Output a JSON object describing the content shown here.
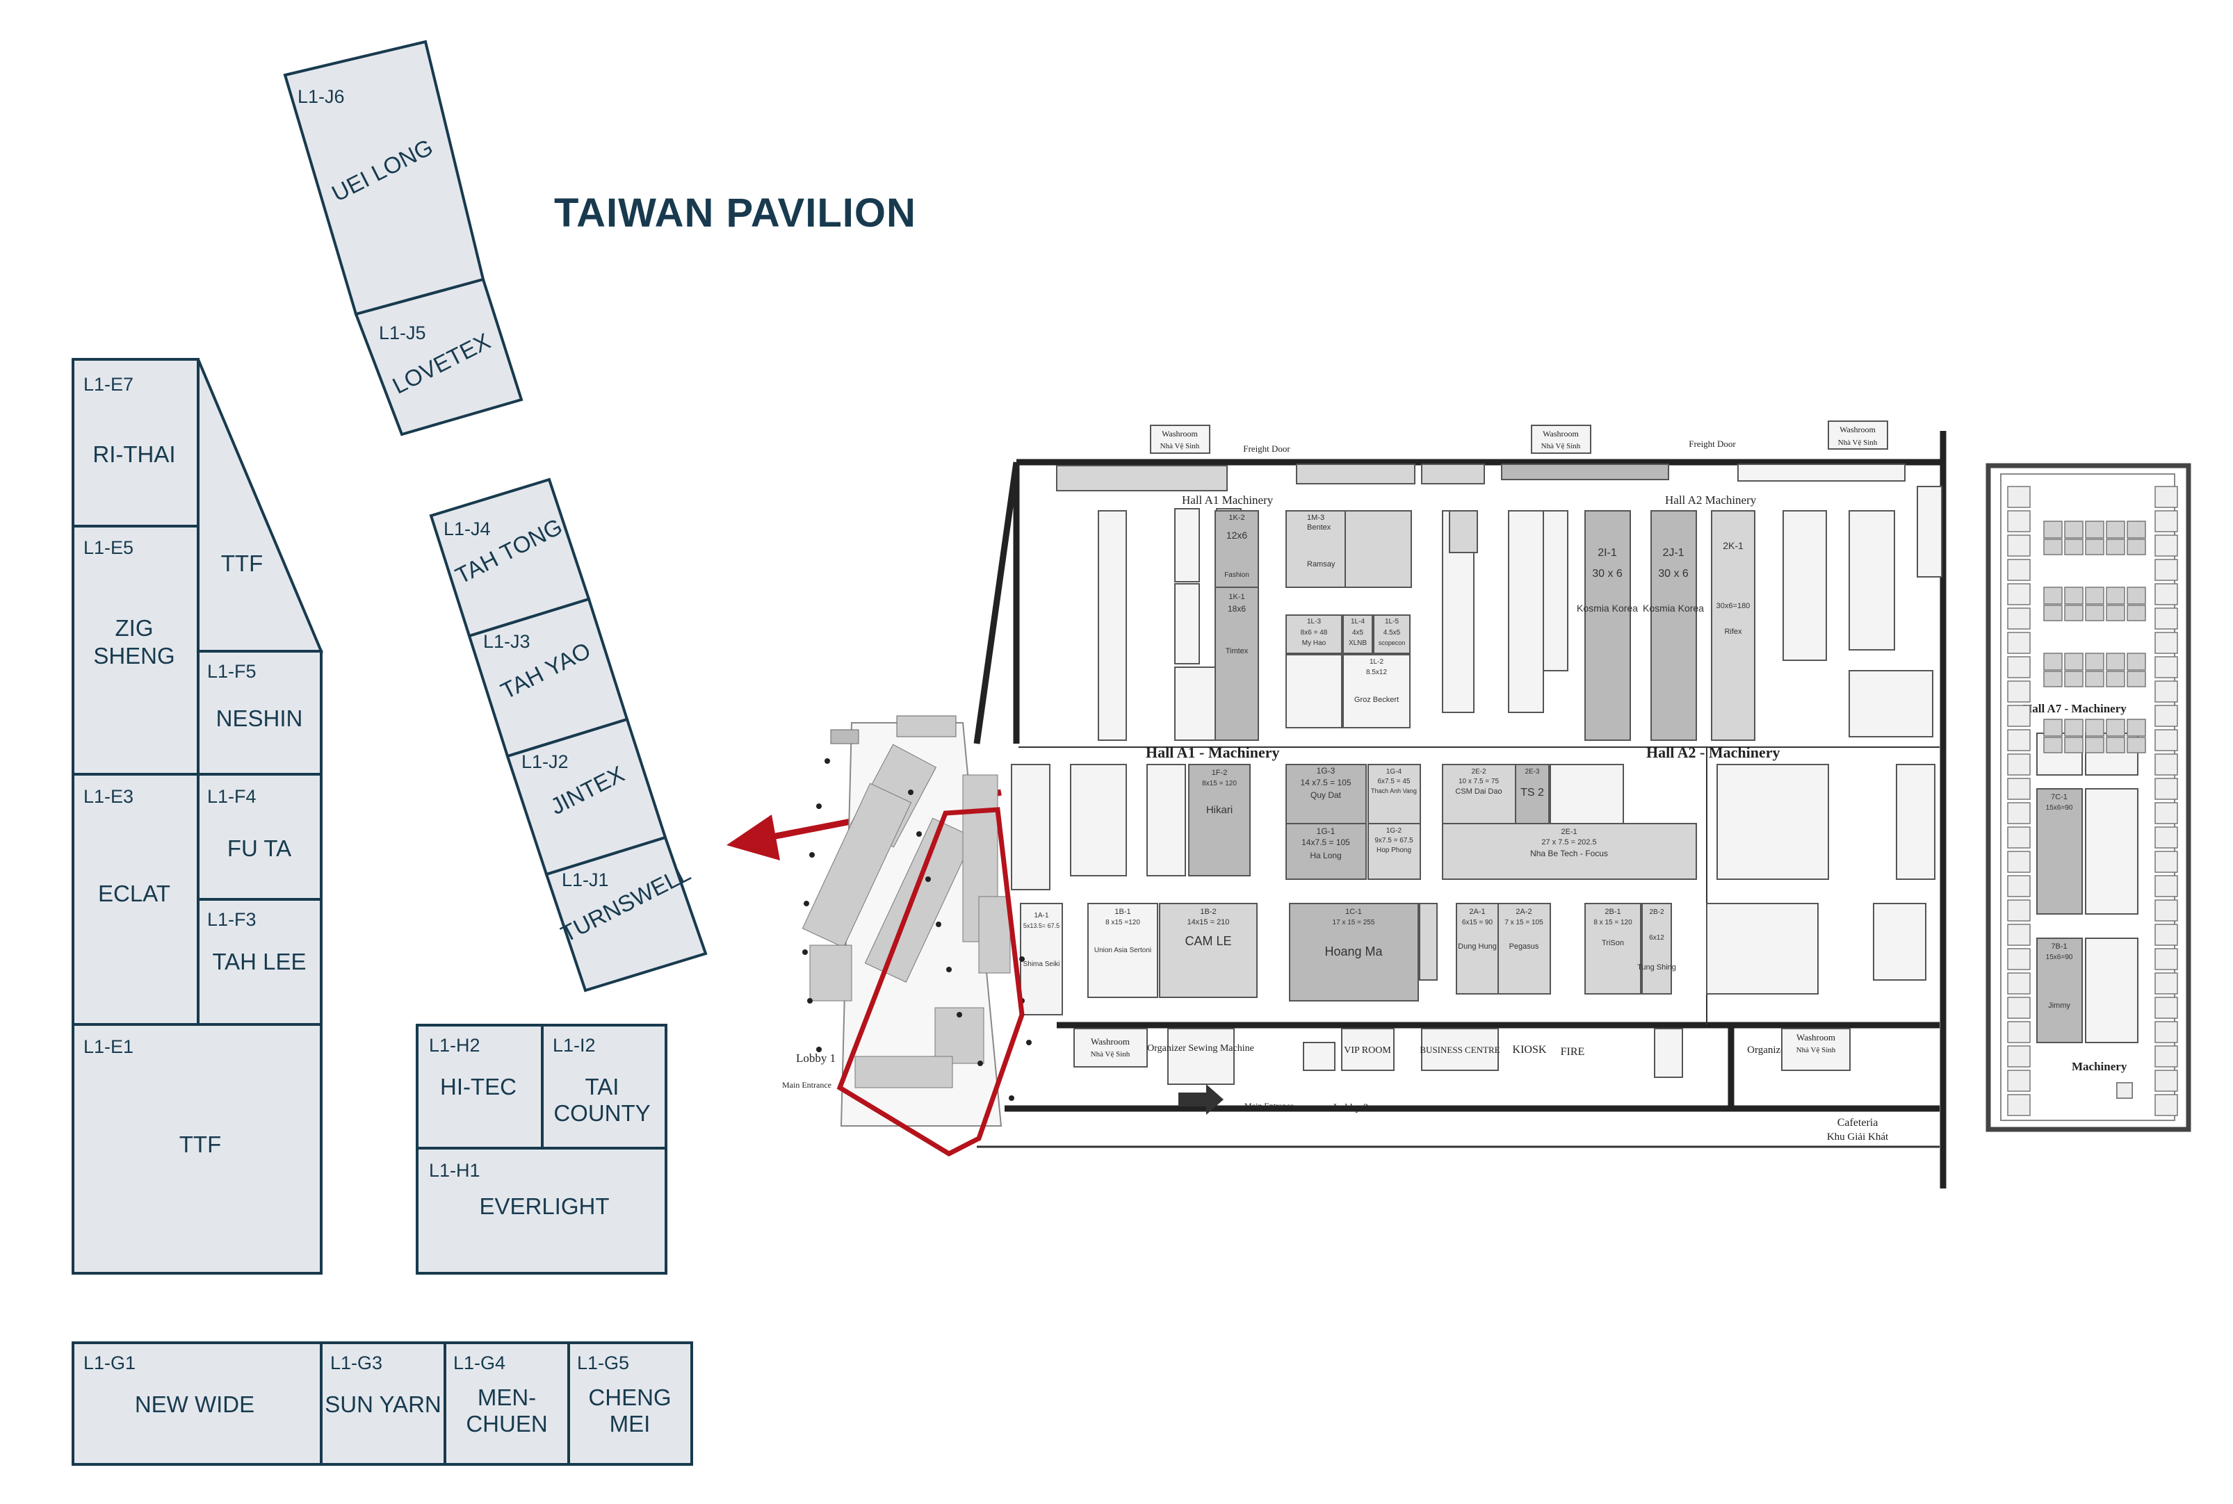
{
  "title": "TAIWAN PAVILION",
  "colors": {
    "booth_fill": "#e3e7ec",
    "booth_stroke": "#183a4e",
    "text": "#183a4e",
    "arrow": "#b5121b",
    "highlight": "#b5121b"
  },
  "booths": {
    "j6": {
      "code": "L1-J6",
      "name": "UEI LONG"
    },
    "j5": {
      "code": "L1-J5",
      "name": "LOVETEX"
    },
    "j4": {
      "code": "L1-J4",
      "name": "TAH TONG"
    },
    "j3": {
      "code": "L1-J3",
      "name": "TAH YAO"
    },
    "j2": {
      "code": "L1-J2",
      "name": "JINTEX"
    },
    "j1": {
      "code": "L1-J1",
      "name": "TURNSWELL"
    },
    "e7": {
      "code": "L1-E7",
      "name": "RI-THAI"
    },
    "e5": {
      "code": "L1-E5",
      "name_1": "ZIG",
      "name_2": "SHENG"
    },
    "ttf_top": {
      "name": "TTF"
    },
    "f5": {
      "code": "L1-F5",
      "name": "NESHIN"
    },
    "e3": {
      "code": "L1-E3",
      "name": "ECLAT"
    },
    "f4": {
      "code": "L1-F4",
      "name": "FU TA"
    },
    "f3": {
      "code": "L1-F3",
      "name": "TAH LEE"
    },
    "e1": {
      "code": "L1-E1",
      "name": "TTF"
    },
    "h2": {
      "code": "L1-H2",
      "name": "HI-TEC"
    },
    "i2": {
      "code": "L1-I2",
      "name_1": "TAI",
      "name_2": "COUNTY"
    },
    "h1": {
      "code": "L1-H1",
      "name": "EVERLIGHT"
    },
    "g1": {
      "code": "L1-G1",
      "name": "NEW WIDE"
    },
    "g3": {
      "code": "L1-G3",
      "name": "SUN YARN"
    },
    "g4": {
      "code": "L1-G4",
      "name_1": "MEN-",
      "name_2": "CHUEN"
    },
    "g5": {
      "code": "L1-G5",
      "name_1": "CHENG",
      "name_2": "MEI"
    }
  },
  "floorplan": {
    "hall_a1": "Hall A1 - Machinery",
    "hall_a2": "Hall A2 - Machinery",
    "hall_a1_top": "Hall A1  Machinery",
    "hall_a2_top": "Hall A2  Machinery",
    "hall_a7": "Hall A7 - Machinery",
    "machinery": "Machinery",
    "washroom": "Washroom",
    "washroom_vn": "Nhà Vệ Sinh",
    "freight_door": "Freight Door",
    "lobby_1": "Lobby 1",
    "lobby_2": "Lobby 2",
    "main_entrance": "Main Entrance",
    "vip_room": "VIP ROOM",
    "business_centre": "BUSINESS CENTRE",
    "kiosk": "KIOSK",
    "fire": "FIRE",
    "organizer": "Organizer",
    "organizer_sewing": "Organizer Sewing Machine",
    "cafeteria": "Cafeteria",
    "cafeteria_vn": "Khu Giải Khát",
    "booths": [
      {
        "code": "1K-2",
        "label": "12x6",
        "sub": "Fashion"
      },
      {
        "code": "1K-1",
        "label": "18x6",
        "sub": "Timtex"
      },
      {
        "code": "1M-3",
        "label": "Bentex",
        "sub": "Ramsay"
      },
      {
        "code": "1L-3",
        "label": "8x6 = 48",
        "sub": "My Hao"
      },
      {
        "code": "1L-4",
        "label": "4x5",
        "sub": "XLNB"
      },
      {
        "code": "1L-5",
        "label": "4.5x5",
        "sub": "scopecon"
      },
      {
        "code": "1L-2",
        "label": "8.5x12",
        "sub": "Groz Beckert"
      },
      {
        "code": "2I-1",
        "label": "30 x 6",
        "sub": "Kosmia Korea"
      },
      {
        "code": "2J-1",
        "label": "30 x 6",
        "sub": "Kosmia Korea"
      },
      {
        "code": "2K-1",
        "label": "30x6=180",
        "sub": "Rifex"
      },
      {
        "code": "1G-3",
        "label": "14 x7.5 = 105",
        "sub": "Quy Dat"
      },
      {
        "code": "1G-1",
        "label": "14x7.5 = 105",
        "sub": "Ha Long"
      },
      {
        "code": "1G-4",
        "label": "6x7.5 = 45",
        "sub": "Thach Anh Vang"
      },
      {
        "code": "1G-2",
        "label": "9x7.5 = 67.5",
        "sub": "Hop Phong"
      },
      {
        "code": "2E-2",
        "label": "10 x 7.5 = 75",
        "sub": "CSM Dai Dao"
      },
      {
        "code": "2E-3",
        "label": "TS 2",
        "sub": ""
      },
      {
        "code": "2E-1",
        "label": "27 x 7.5 = 202.5",
        "sub": "Nha Be Tech - Focus"
      },
      {
        "code": "1F-2",
        "label": "8x15 = 120",
        "sub": "Hikari"
      },
      {
        "code": "1B-1",
        "label": "8 x15 =120",
        "sub": "Union Asia Sertoni"
      },
      {
        "code": "1B-2",
        "label": "14x15 = 210",
        "sub": "CAM LE"
      },
      {
        "code": "1C-1",
        "label": "17 x 15 = 255",
        "sub": "Hoang Ma"
      },
      {
        "code": "1A-1",
        "label": "5x13.5= 67.5",
        "sub": "Shima Seiki"
      },
      {
        "code": "2A-1",
        "label": "6x15 = 90",
        "sub": "Dung Hung"
      },
      {
        "code": "2A-2",
        "label": "7 x 15 = 105",
        "sub": "Pegasus"
      },
      {
        "code": "2B-1",
        "label": "8 x 15 = 120",
        "sub": "TriSon"
      },
      {
        "code": "2B-2",
        "label": "6x12",
        "sub": "Tung Shing"
      },
      {
        "code": "7C-1",
        "label": "15x6=90",
        "sub": ""
      },
      {
        "code": "7B-1",
        "label": "15x6=90",
        "sub": "Jimmy"
      }
    ]
  }
}
